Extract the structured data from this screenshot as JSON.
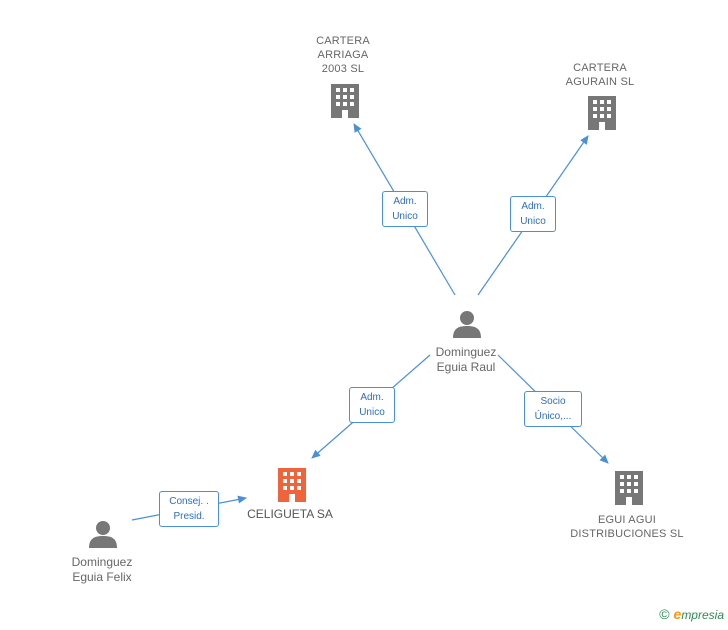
{
  "colors": {
    "edge": "#4a90d9",
    "company": "#777777",
    "focus_company": "#f0643c",
    "person": "#777777"
  },
  "nodes": {
    "cartera_arriaga": {
      "line1": "CARTERA",
      "line2": "ARRIAGA",
      "line3": "2003 SL",
      "icon": "building-icon"
    },
    "cartera_agurain": {
      "line1": "CARTERA",
      "line2": "AGURAIN SL",
      "icon": "building-icon"
    },
    "dominguez_raul": {
      "line1": "Dominguez",
      "line2": "Eguia Raul",
      "icon": "person-icon"
    },
    "celigueta": {
      "line1": "CELIGUETA SA",
      "icon": "building-icon"
    },
    "egui_agui": {
      "line1": "EGUI AGUI",
      "line2": "DISTRIBUCIONES SL",
      "icon": "building-icon"
    },
    "dominguez_felix": {
      "line1": "Dominguez",
      "line2": "Eguia Felix",
      "icon": "person-icon"
    }
  },
  "edges": {
    "raul_arriaga": {
      "line1": "Adm.",
      "line2": "Unico"
    },
    "raul_agurain": {
      "line1": "Adm.",
      "line2": "Unico"
    },
    "raul_celigueta": {
      "line1": "Adm.",
      "line2": "Unico"
    },
    "raul_egui": {
      "line1": "Socio",
      "line2": "Único,..."
    },
    "felix_celigueta": {
      "line1": "Consej. .",
      "line2": "Presid."
    }
  },
  "footer": {
    "copyright": "©",
    "brand_initial": "e",
    "brand_rest": "mpresia"
  }
}
